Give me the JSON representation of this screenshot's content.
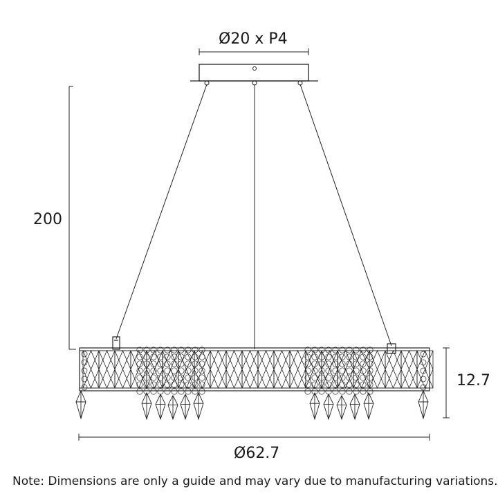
{
  "dimensions": {
    "canopy": "Ø20 x P4",
    "drop": "200",
    "height": "12.7",
    "diameter": "Ø62.7"
  },
  "note": "Note: Dimensions are only a guide and may vary due to manufacturing variations."
}
